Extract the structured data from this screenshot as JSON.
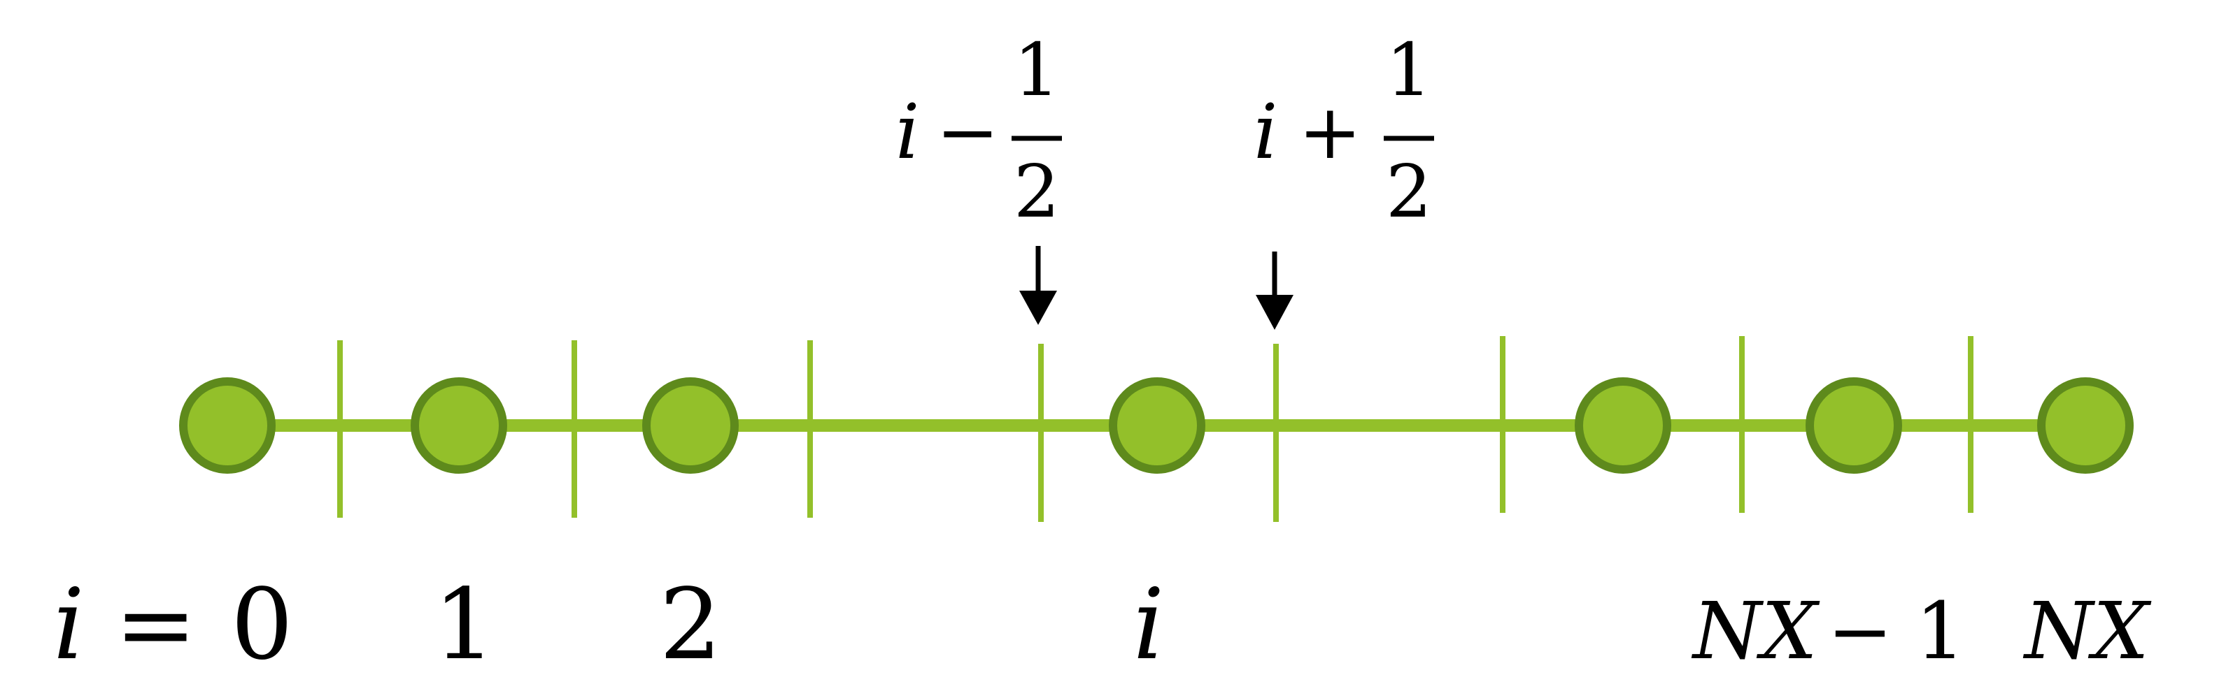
{
  "colors": {
    "line": "#93c02a",
    "node_fill": "#93c02a",
    "node_stroke": "#5e8a1c",
    "text": "#000000"
  },
  "grid": {
    "node_labels": {
      "first_var": "i",
      "first_eq": "=",
      "first_val": "0",
      "second": "1",
      "third": "2",
      "middle": "i",
      "nx": "NX",
      "minus": "−",
      "one": "1",
      "last": "NX"
    },
    "half_labels": {
      "left_var": "i",
      "left_op": "−",
      "right_var": "i",
      "right_op": "+",
      "num": "1",
      "den": "2"
    }
  }
}
